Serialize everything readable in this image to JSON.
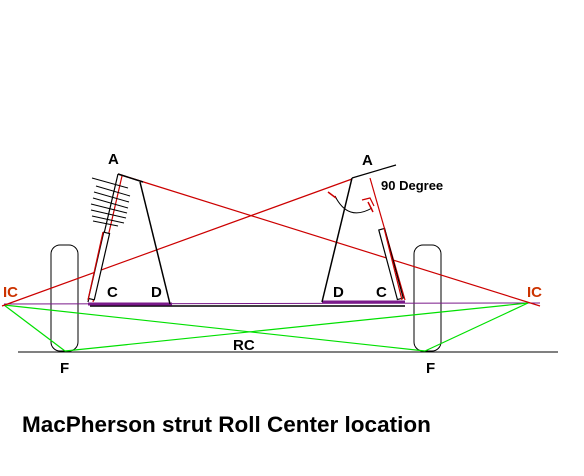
{
  "labels": {
    "a_left": "A",
    "a_right": "A",
    "c_left": "C",
    "d_left": "D",
    "d_right": "D",
    "c_right": "C",
    "ic_left": "IC",
    "ic_right": "IC",
    "f_left": "F",
    "f_right": "F",
    "rc": "RC",
    "angle": "90 Degree"
  },
  "caption": "MacPherson strut Roll Center location",
  "colors": {
    "ic_text": "#cc3300",
    "red_line": "#cc0000",
    "green_line": "#00e000",
    "purple_line": "#7a1a8a",
    "black": "#000000"
  }
}
